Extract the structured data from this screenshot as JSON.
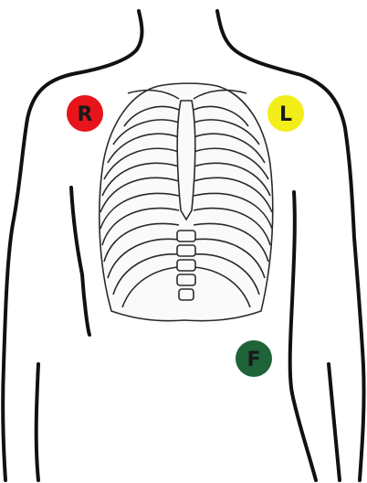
{
  "electrodes": {
    "right_arm": {
      "label": "R",
      "color": "#e8141b",
      "text_color": "#1a1a1a"
    },
    "left_arm": {
      "label": "L",
      "color": "#f3ee1a",
      "text_color": "#1a1a1a"
    },
    "foot": {
      "label": "F",
      "color": "#1f6338",
      "text_color": "#1a1a1a"
    }
  },
  "figure": {
    "outline_color": "#111111",
    "bone_stroke": "#2a2a2a",
    "bone_fill": "#fafafa"
  }
}
